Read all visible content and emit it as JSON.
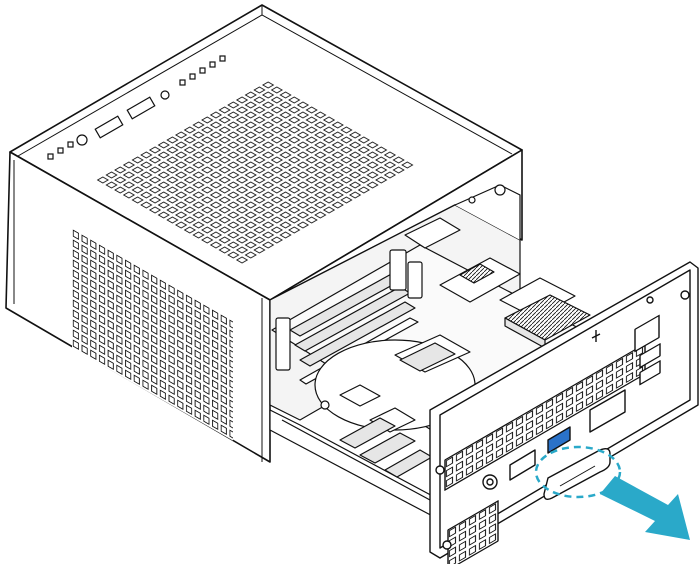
{
  "diagram": {
    "style": "line-art-isometric",
    "subject": "small-form-factor-chassis",
    "action": "pull-out-tray",
    "colors": {
      "line": "#111111",
      "fill": "#ffffff",
      "shade": "#e6e6e6",
      "highlight": "#2aa9c9",
      "port_blue": "#2a72c9"
    },
    "icons": {
      "pull_arrow": "arrow-right-down",
      "grip_callout": "dashed-ellipse"
    }
  }
}
